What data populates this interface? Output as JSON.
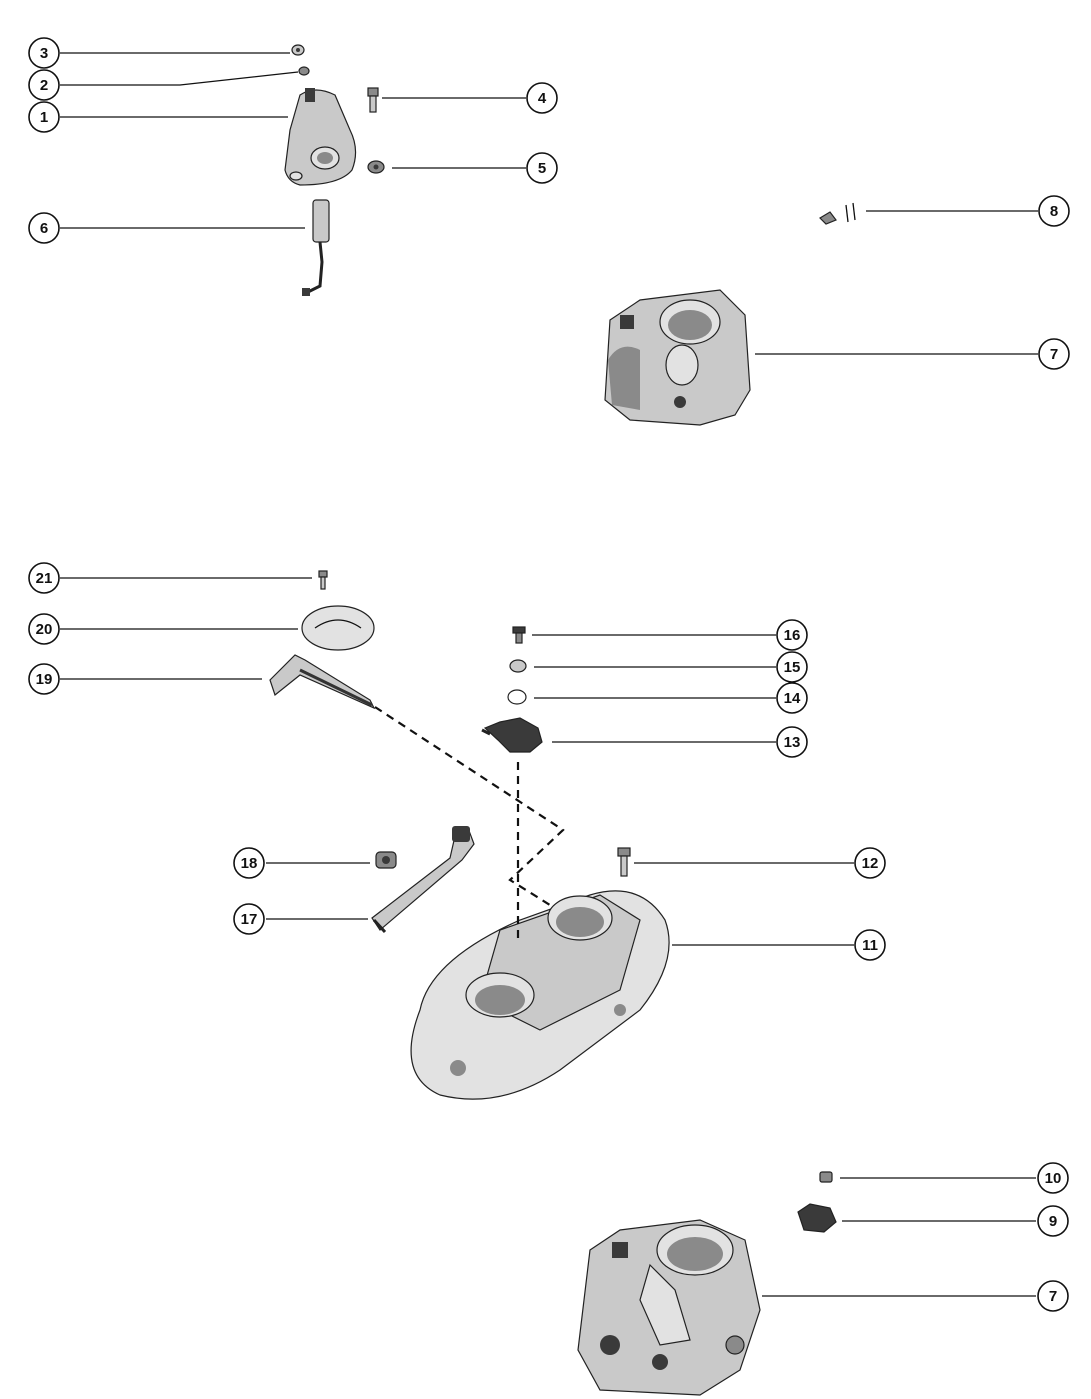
{
  "diagram": {
    "callouts": [
      {
        "id": "c3",
        "label": "3"
      },
      {
        "id": "c2",
        "label": "2"
      },
      {
        "id": "c1",
        "label": "1"
      },
      {
        "id": "c4",
        "label": "4"
      },
      {
        "id": "c5",
        "label": "5"
      },
      {
        "id": "c6",
        "label": "6"
      },
      {
        "id": "c8",
        "label": "8"
      },
      {
        "id": "c7a",
        "label": "7"
      },
      {
        "id": "c21",
        "label": "21"
      },
      {
        "id": "c20",
        "label": "20"
      },
      {
        "id": "c19",
        "label": "19"
      },
      {
        "id": "c16",
        "label": "16"
      },
      {
        "id": "c15",
        "label": "15"
      },
      {
        "id": "c14",
        "label": "14"
      },
      {
        "id": "c13",
        "label": "13"
      },
      {
        "id": "c18",
        "label": "18"
      },
      {
        "id": "c12",
        "label": "12"
      },
      {
        "id": "c17",
        "label": "17"
      },
      {
        "id": "c11",
        "label": "11"
      },
      {
        "id": "c10",
        "label": "10"
      },
      {
        "id": "c9",
        "label": "9"
      },
      {
        "id": "c7b",
        "label": "7"
      }
    ],
    "colors": {
      "ink": "#111111",
      "background": "#ffffff"
    }
  }
}
